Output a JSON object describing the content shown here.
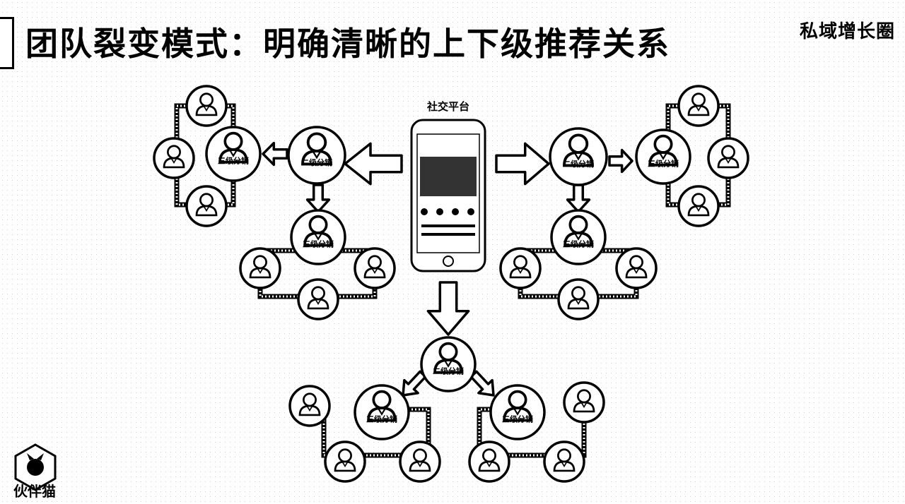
{
  "header": {
    "title": "团队裂变模式：明确清晰的上下级推荐关系",
    "brand": "私域增长圈"
  },
  "platform": {
    "label": "社交平台"
  },
  "labels": {
    "level2": "二级分销",
    "level3": "三级分销"
  },
  "footer": {
    "logo_text": "伙伴猫"
  },
  "icons": [
    "person-icon",
    "phone-icon",
    "arrow-icon"
  ]
}
